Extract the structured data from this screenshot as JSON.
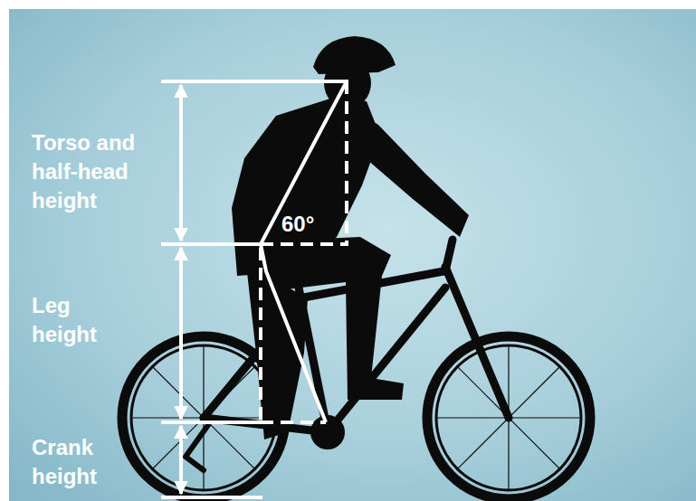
{
  "diagram": {
    "labels": [
      "Torso and half-head height",
      "Leg height",
      "Crank height",
      "60°"
    ]
  }
}
